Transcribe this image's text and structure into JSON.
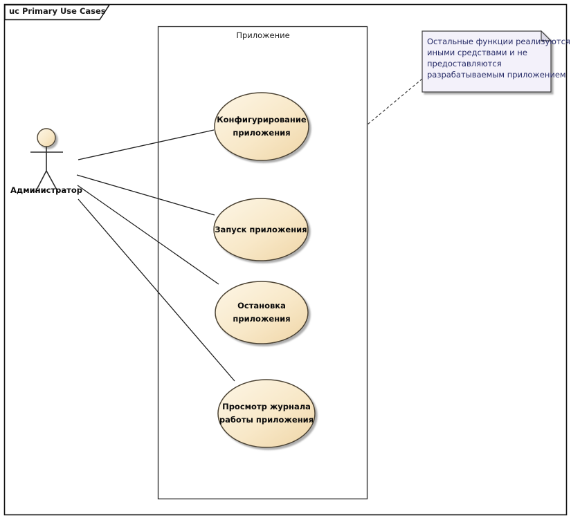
{
  "frame": {
    "title": "uc Primary Use Cases"
  },
  "boundary": {
    "label": "Приложение"
  },
  "actor": {
    "label": "Администратор"
  },
  "use_cases": [
    {
      "label": "Конфигурирование приложения"
    },
    {
      "label": "Запуск приложения"
    },
    {
      "label": "Остановка приложения"
    },
    {
      "label": "Просмотр журнала работы приложения"
    }
  ],
  "note": {
    "text": "Остальные функции реализуются иными средствами и не предоставляются разрабатываемым приложением",
    "lines": [
      "Остальные функции реализуются",
      "иными средствами и не",
      "предоставляются",
      "разрабатываемым приложением"
    ]
  },
  "colors": {
    "usecase_fill_light": "#fdf5e4",
    "usecase_fill_dark": "#f1d7a9",
    "usecase_border": "#4c4333",
    "note_fill": "#f3f1fa",
    "note_text": "#252a66",
    "line": "#1f1f1f",
    "shadow": "#9a9a9a",
    "background": "#ffffff"
  }
}
